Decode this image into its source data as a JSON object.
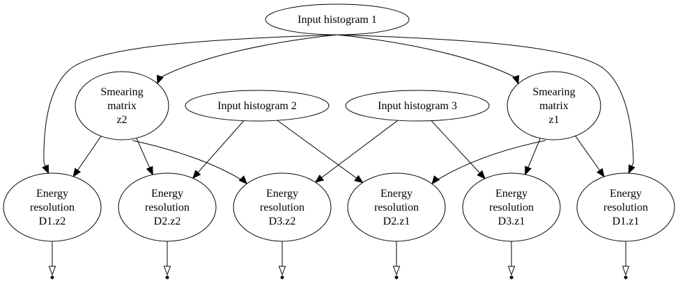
{
  "nodes": {
    "in1": {
      "lines": [
        "Input histogram 1"
      ]
    },
    "in2": {
      "lines": [
        "Input histogram 2"
      ]
    },
    "in3": {
      "lines": [
        "Input histogram 3"
      ]
    },
    "smz2": {
      "lines": [
        "Smearing",
        "matrix",
        "z2"
      ]
    },
    "smz1": {
      "lines": [
        "Smearing",
        "matrix",
        "z1"
      ]
    },
    "erD1z2": {
      "lines": [
        "Energy",
        "resolution",
        "D1.z2"
      ]
    },
    "erD2z2": {
      "lines": [
        "Energy",
        "resolution",
        "D2.z2"
      ]
    },
    "erD3z2": {
      "lines": [
        "Energy",
        "resolution",
        "D3.z2"
      ]
    },
    "erD2z1": {
      "lines": [
        "Energy",
        "resolution",
        "D2.z1"
      ]
    },
    "erD3z1": {
      "lines": [
        "Energy",
        "resolution",
        "D3.z1"
      ]
    },
    "erD1z1": {
      "lines": [
        "Energy",
        "resolution",
        "D1.z1"
      ]
    }
  },
  "edges": [
    [
      "in1",
      "smz2"
    ],
    [
      "in1",
      "smz1"
    ],
    [
      "in1",
      "erD1z2"
    ],
    [
      "in1",
      "erD1z1"
    ],
    [
      "smz2",
      "erD1z2"
    ],
    [
      "smz2",
      "erD2z2"
    ],
    [
      "smz2",
      "erD3z2"
    ],
    [
      "smz1",
      "erD2z1"
    ],
    [
      "smz1",
      "erD3z1"
    ],
    [
      "smz1",
      "erD1z1"
    ],
    [
      "in2",
      "erD2z2"
    ],
    [
      "in2",
      "erD2z1"
    ],
    [
      "in3",
      "erD3z2"
    ],
    [
      "in3",
      "erD3z1"
    ]
  ],
  "outputs": [
    "erD1z2",
    "erD2z2",
    "erD3z2",
    "erD2z1",
    "erD3z1",
    "erD1z1"
  ],
  "colors": {
    "stroke": "#000000",
    "background": "#ffffff"
  }
}
